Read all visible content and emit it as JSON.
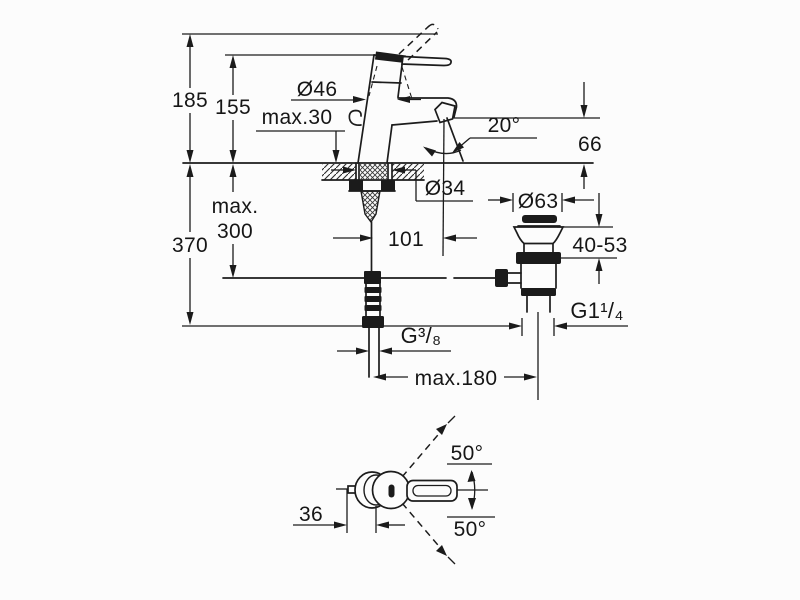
{
  "drawing": {
    "type": "technical-installation-diagram",
    "subject": "single-lever-basin-mixer-with-pop-up-waste",
    "line_color": "#1c1c1c",
    "background_color": "#fcfcfc",
    "labels": {
      "total_height": "185",
      "spout_top_height": "155",
      "body_diameter": "Ø46",
      "max_deck_thickness": "max.30",
      "spout_angle": "20°",
      "spout_outlet_height": "66",
      "deck_hole_diameter": "Ø34",
      "waste_flange_diameter": "Ø63",
      "below_deck_depth": "370",
      "max_rod_depth_line1": "max.",
      "max_rod_depth_line2": "300",
      "spout_reach": "101",
      "waste_adjust_range": "40-53",
      "waste_thread": "G1¹/₄",
      "supply_thread": "G³/₈",
      "max_waste_offset": "max.180",
      "handle_offset": "36",
      "handle_swing_upper": "50°",
      "handle_swing_lower": "50°"
    }
  }
}
